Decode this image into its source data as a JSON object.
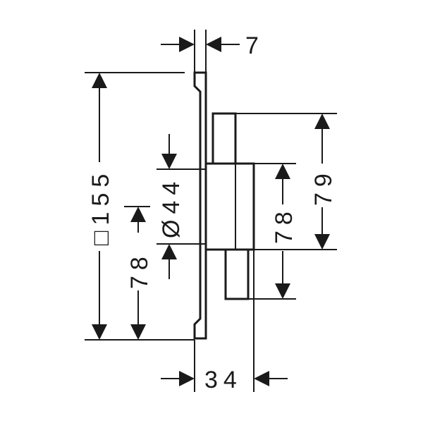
{
  "dimensions": {
    "top_thickness": "7",
    "plate_square": "□155",
    "diameter": "Ø44",
    "left_offset": "78",
    "right_offset": "78",
    "right_height": "79",
    "bottom_depth": "34"
  }
}
